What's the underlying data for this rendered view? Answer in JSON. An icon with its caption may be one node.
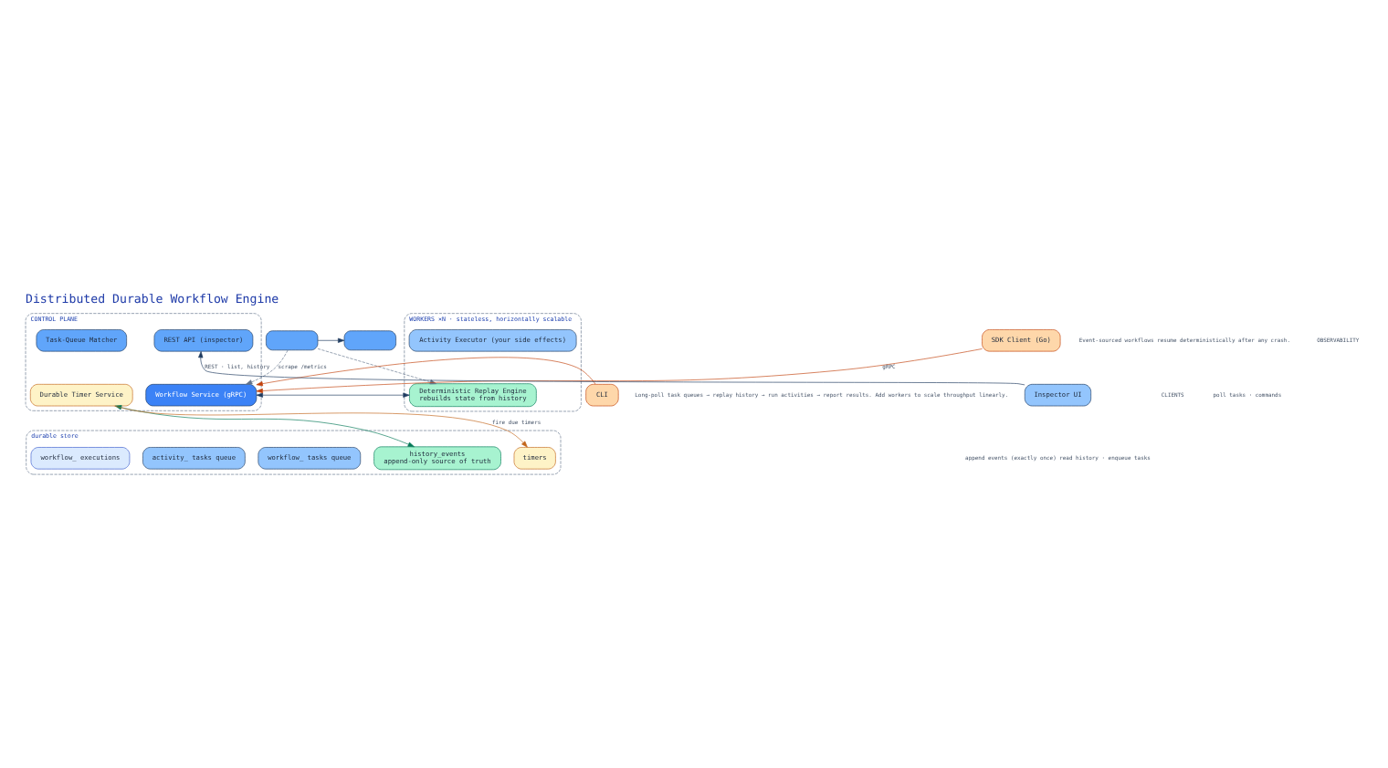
{
  "diagram": {
    "title": "Distributed Durable Workflow Engine",
    "nodes": [
      {
        "text": [],
        "shape": "box"
      },
      {
        "text": [],
        "shape": "box"
      },
      {
        "text": [
          "CONTROL PLANE"
        ]
      },
      {
        "text": [
          "WORKERS ×N · stateless, horizontally scalable"
        ]
      },
      {
        "text": [
          "CLI"
        ]
      },
      {
        "text": [
          "SDK Client (Go)"
        ]
      },
      {
        "text": [
          "Workflow Service (gRPC)"
        ],
        "in": 2
      },
      {
        "text": [
          "Deterministic Replay Engine",
          "rebuilds state from history"
        ],
        "in": 3
      },
      {
        "text": [
          "Task-Queue Matcher"
        ],
        "in": 2
      },
      {
        "text": [
          "REST API (inspector)"
        ],
        "in": 2
      },
      {
        "text": [
          "Activity Executor (your side effects)"
        ],
        "in": 3
      },
      {
        "text": [
          "Inspector UI"
        ]
      },
      {
        "text": [
          "Durable Timer Service"
        ],
        "in": 2
      },
      {
        "text": [
          "durable store"
        ]
      },
      {
        "text": [
          "history_events",
          "append-only source of truth"
        ],
        "in": 13
      },
      {
        "text": [
          "workflow_ executions"
        ],
        "in": 13
      },
      {
        "text": [
          "workflow_ tasks queue"
        ],
        "in": 13
      },
      {
        "text": [
          "activity_ tasks queue"
        ],
        "in": 13
      },
      {
        "text": [
          "timers"
        ],
        "in": 13
      }
    ],
    "edges": [
      {
        "from": 0,
        "to": 1,
        "arrow": "to",
        "color": "#1e3a5f"
      },
      {
        "from": 0,
        "to": 6,
        "arrow": "to",
        "label": "scrape /metrics",
        "style": "dashed",
        "color": "#64748b"
      },
      {
        "from": 0,
        "to": 7,
        "arrow": "to",
        "style": "dashed",
        "color": "#64748b"
      },
      {
        "from": 4,
        "to": 6,
        "arrow": "to",
        "color": "#c2410c"
      },
      {
        "from": 5,
        "to": 6,
        "arrow": "to",
        "label": "gRPC",
        "color": "#c2410c"
      },
      {
        "from": 6,
        "to": 7,
        "arrow": "both",
        "color": "#1e3a5f"
      },
      {
        "from": 11,
        "to": 9,
        "arrow": "to",
        "label": "REST · list, history",
        "color": "#1e3a5f"
      },
      {
        "from": 12,
        "to": 14,
        "arrow": "both",
        "color": "#047857"
      },
      {
        "from": 12,
        "to": 18,
        "arrow": "to",
        "label": "fire due timers",
        "color": "#c2651a"
      }
    ],
    "labels": [
      "Event-sourced workflows resume deterministically after any crash.",
      "OBSERVABILITY",
      "CLIENTS",
      "poll tasks · commands",
      "Long-poll task queues → replay history → run activities → report results. Add workers to scale throughput linearly.",
      "append events (exactly once) read history · enqueue tasks"
    ]
  }
}
